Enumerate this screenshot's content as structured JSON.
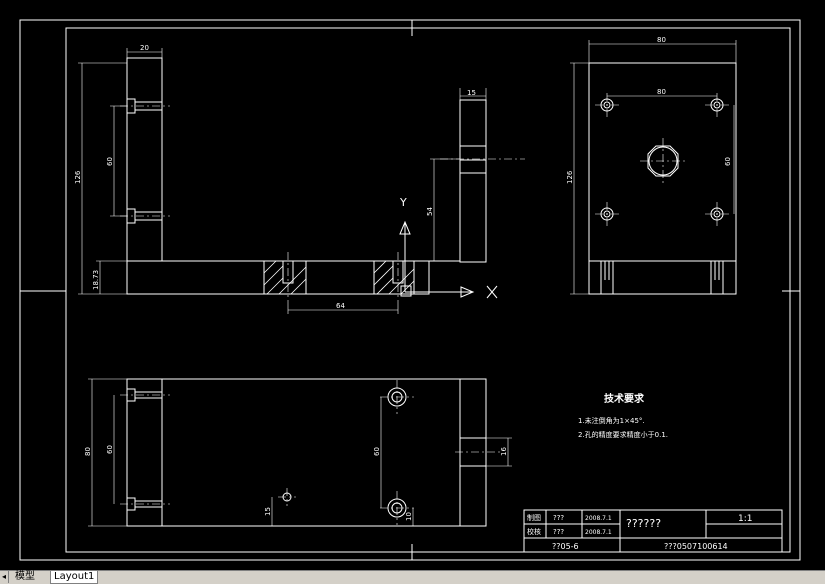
{
  "dims": {
    "d20": "20",
    "d126_left": "126",
    "d60_left": "60",
    "d1873": "18.73",
    "d15_top": "15",
    "d54": "54",
    "d64": "64",
    "d80_top": "80",
    "d80_inner": "80",
    "d126_right": "126",
    "d60_right": "60",
    "d80_bottom": "80",
    "d60_bottom_left": "60",
    "d60_bottom_mid": "60",
    "d15_bottom": "15",
    "d10_bottom": "10",
    "d16": "16"
  },
  "axes": {
    "y_label": "Y",
    "x_label": "X"
  },
  "notes": {
    "title": "技术要求",
    "line1": "1.未注倒角为1×45°.",
    "line2": "2.孔的精度要求精度小于0.1."
  },
  "title_block": {
    "drawn_label": "制图",
    "drawn_name": "???",
    "drawn_date": "2008.7.1",
    "checked_label": "校核",
    "checked_name": "???",
    "checked_date": "2008.7.1",
    "part_name": "??????",
    "scale": "1:1",
    "drawing_no": "??05-6",
    "student_no": "???0507100614"
  },
  "tabs": {
    "nav": "◂",
    "model": "模型",
    "layout1": "Layout1"
  },
  "colors": {
    "line": "#ffffff",
    "background": "#000000",
    "tabbar": "#d4d0c8"
  }
}
